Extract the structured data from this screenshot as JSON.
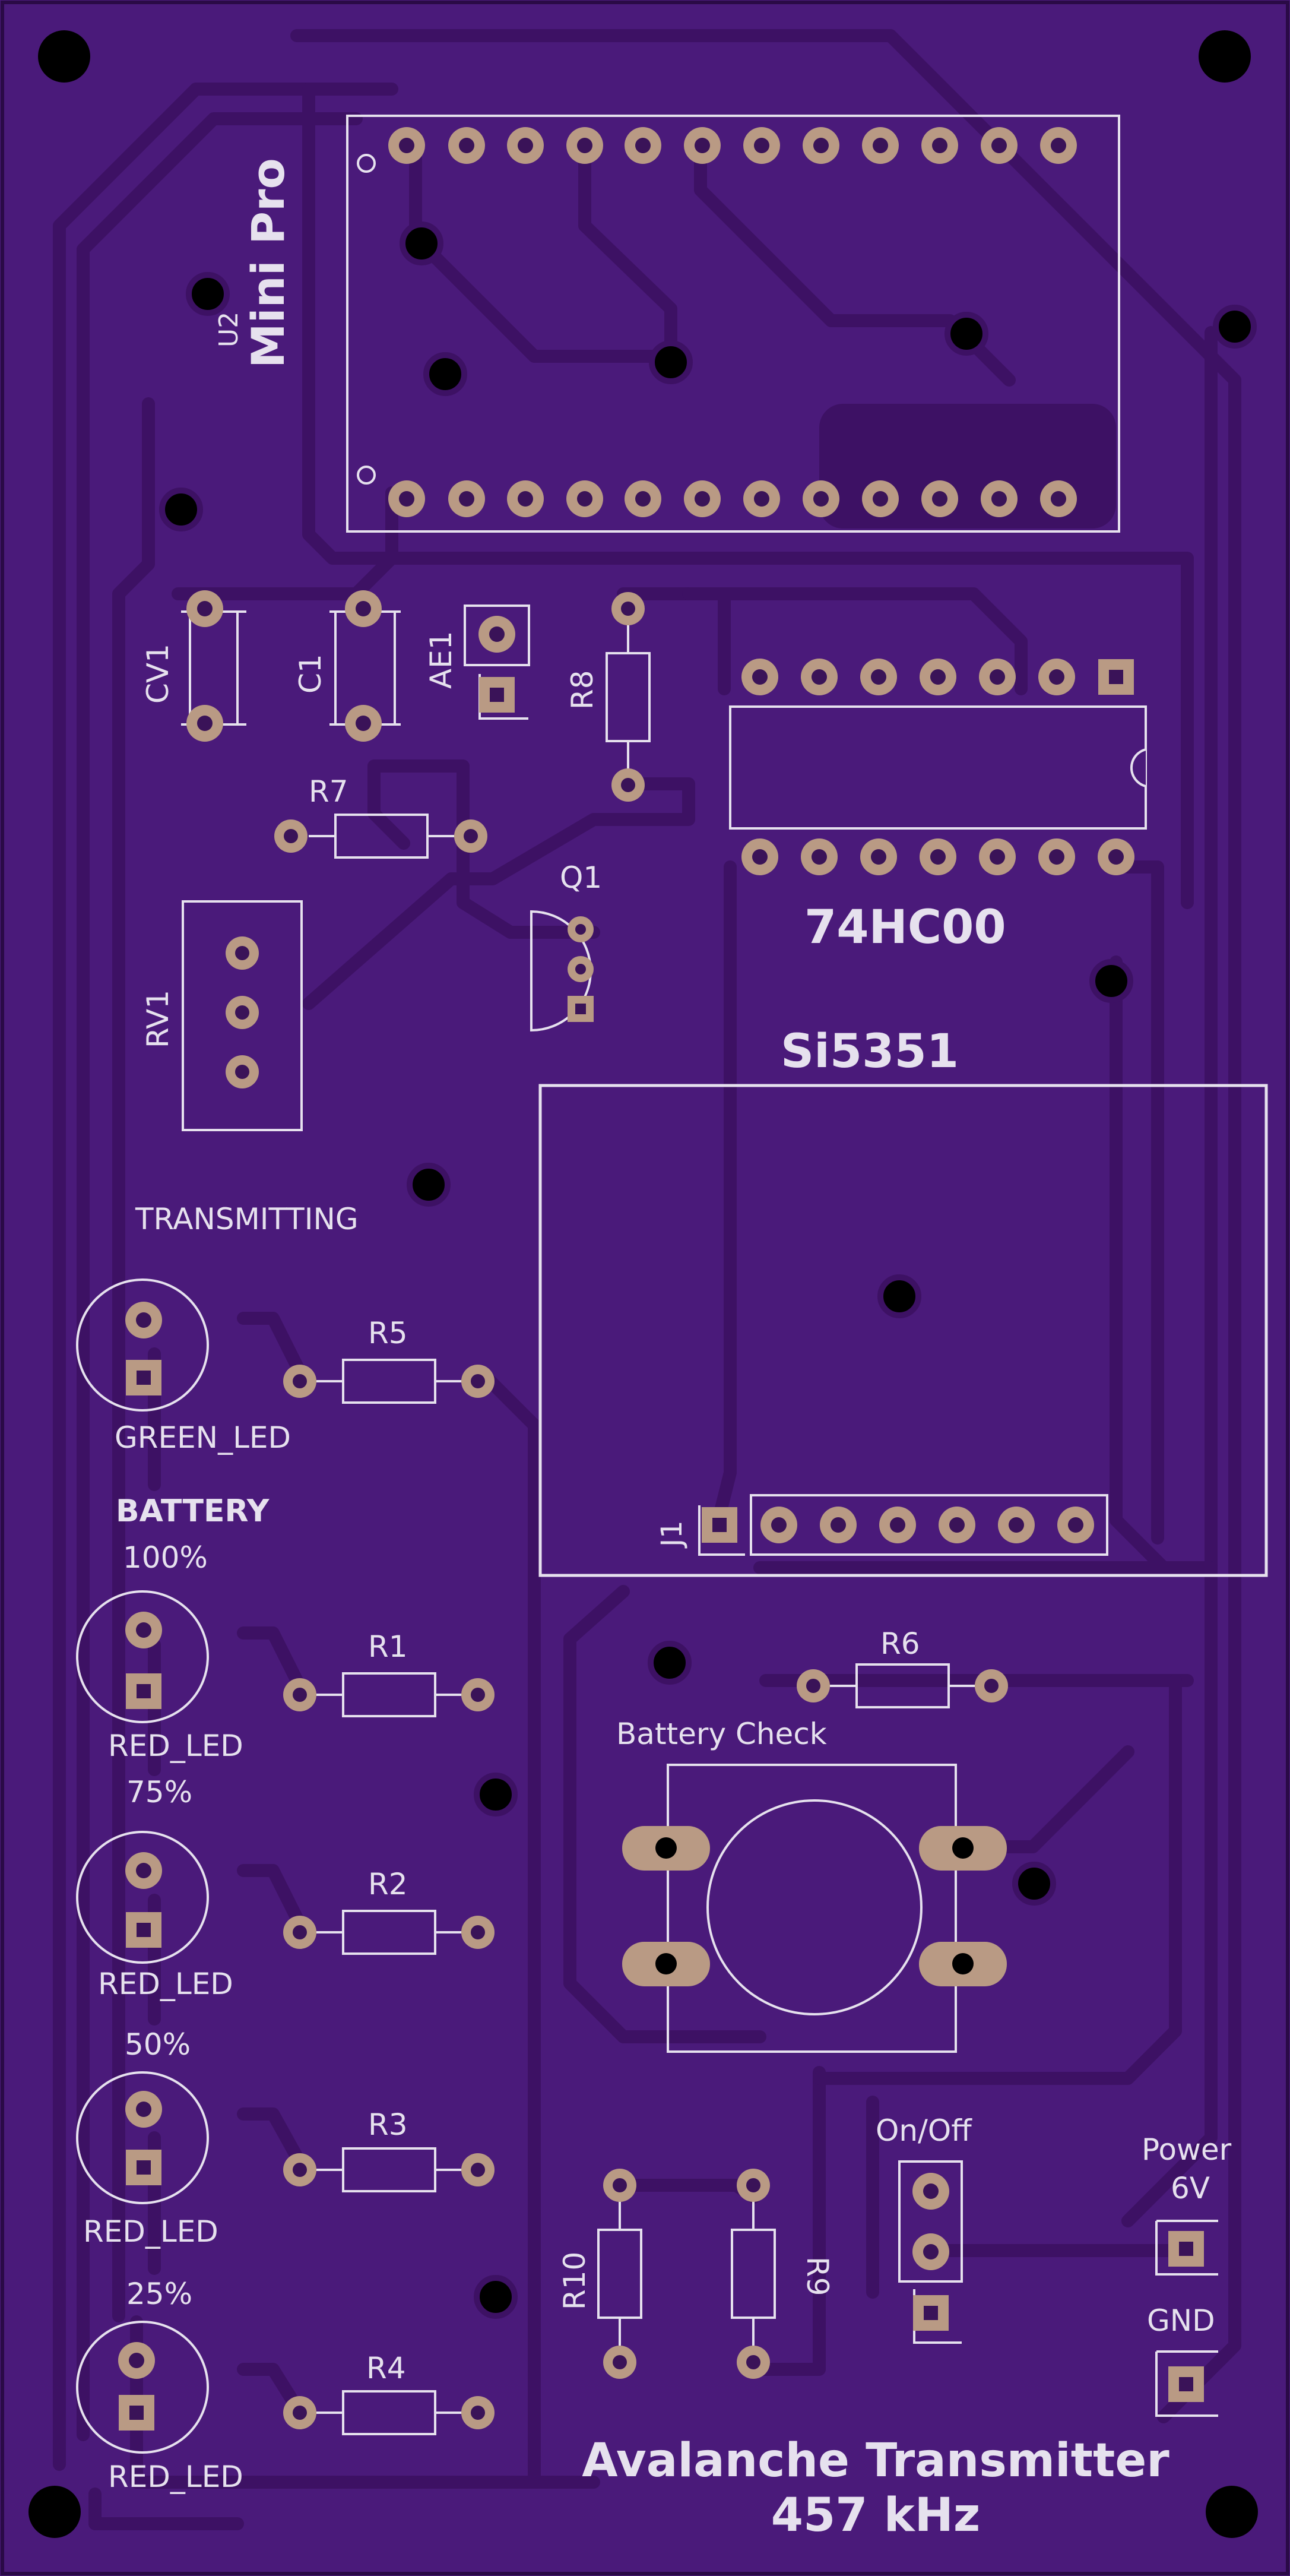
{
  "colors": {
    "board": "#4a1a7a",
    "trace": "#3d1164",
    "copper_pad": "#b99a84",
    "silkscreen": "#e6e1ee",
    "hole": "#000000"
  },
  "labels": {
    "mcu_name": "Mini Pro",
    "mcu_ref": "U2",
    "cv1": "CV1",
    "c1": "C1",
    "ae1": "AE1",
    "r8": "R8",
    "r7": "R7",
    "ic_name": "74HC00",
    "q1": "Q1",
    "rv1": "RV1",
    "module": "Si5351",
    "transmitting": "TRANSMITTING",
    "r5": "R5",
    "green_led": "GREEN_LED",
    "battery": "BATTERY",
    "pct100": "100%",
    "r1": "R1",
    "red_led1": "RED_LED",
    "j1": "J1",
    "r6": "R6",
    "battery_check": "Battery Check",
    "pct75": "75%",
    "r2": "R2",
    "red_led2": "RED_LED",
    "pct50": "50%",
    "r3": "R3",
    "red_led3": "RED_LED",
    "on_off": "On/Off",
    "power": "Power",
    "six_v": "6V",
    "r10": "R10",
    "r9": "R9",
    "gnd": "GND",
    "pct25": "25%",
    "r4": "R4",
    "red_led4": "RED_LED",
    "title_line1": "Avalanche Transmitter",
    "title_line2": "457 kHz"
  }
}
